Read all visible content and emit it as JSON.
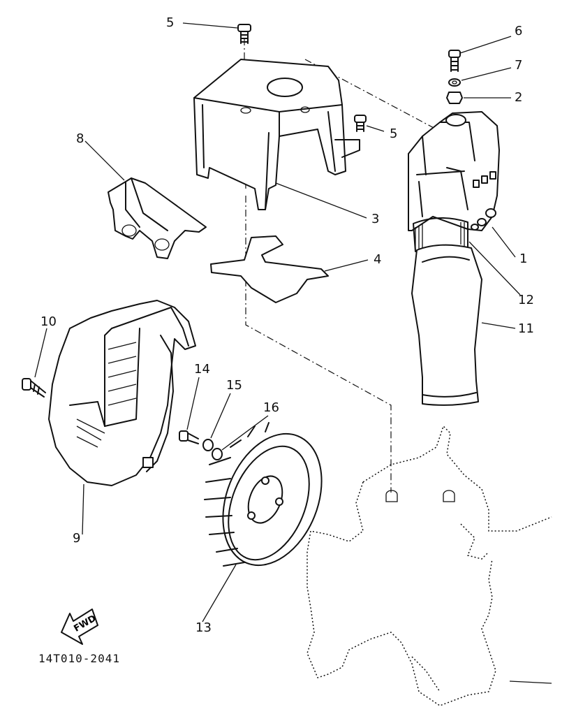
{
  "diagram_code": "14T010-2041",
  "direction_marker": "FWD",
  "callouts": [
    {
      "id": "c5a",
      "label": "5"
    },
    {
      "id": "c6",
      "label": "6"
    },
    {
      "id": "c7",
      "label": "7"
    },
    {
      "id": "c2",
      "label": "2"
    },
    {
      "id": "c5b",
      "label": "5"
    },
    {
      "id": "c8",
      "label": "8"
    },
    {
      "id": "c3",
      "label": "3"
    },
    {
      "id": "c4",
      "label": "4"
    },
    {
      "id": "c1",
      "label": "1"
    },
    {
      "id": "c12",
      "label": "12"
    },
    {
      "id": "c10",
      "label": "10"
    },
    {
      "id": "c11",
      "label": "11"
    },
    {
      "id": "c14",
      "label": "14"
    },
    {
      "id": "c15",
      "label": "15"
    },
    {
      "id": "c16",
      "label": "16"
    },
    {
      "id": "c9",
      "label": "9"
    },
    {
      "id": "c13",
      "label": "13"
    }
  ]
}
